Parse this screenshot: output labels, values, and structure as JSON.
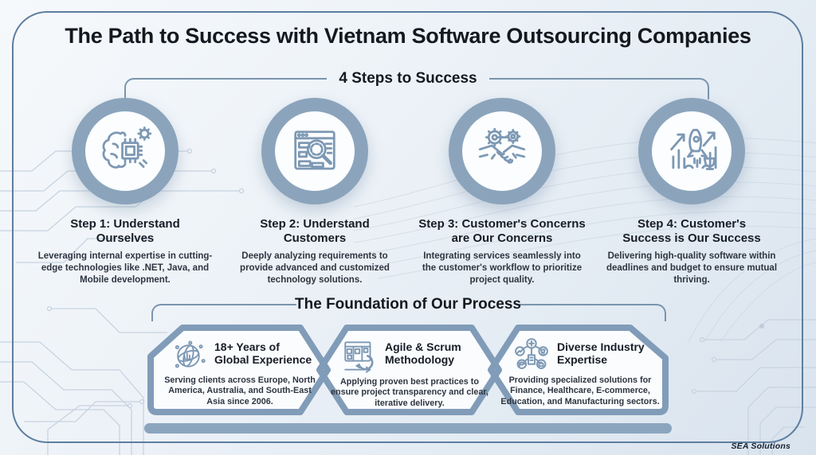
{
  "title": {
    "prefix": "The Path to Success with ",
    "highlight": "Vietnam Software Outsourcing",
    "suffix": " Companies"
  },
  "sections": {
    "steps": {
      "heading": "4 Steps to Success",
      "items": [
        {
          "title": "Step 1: Understand Ourselves",
          "description": "Leveraging internal expertise in cutting-edge technologies like .NET, Java, and Mobile development.",
          "icon": "brain-chip-gear-icon"
        },
        {
          "title": "Step 2: Understand Customers",
          "description": "Deeply analyzing requirements to provide advanced and customized technology solutions.",
          "icon": "browser-magnifier-icon"
        },
        {
          "title": "Step 3: Customer's Concerns are Our Concerns",
          "description": "Integrating services seamlessly into the customer's workflow to prioritize project quality.",
          "icon": "handshake-gears-icon"
        },
        {
          "title": "Step 4: Customer's Success is Our Success",
          "description": "Delivering high-quality software within deadlines and budget to ensure mutual thriving.",
          "icon": "rocket-growth-icon"
        }
      ]
    },
    "foundation": {
      "heading": "The Foundation of Our Process",
      "items": [
        {
          "title": "18+ Years of Global Experience",
          "description": "Serving clients across Europe, North America, Australia, and South-East Asia since 2006.",
          "icon": "globe-network-icon"
        },
        {
          "title": "Agile & Scrum Methodology",
          "description": "Applying proven best practices to ensure project transparency and clear, iterative delivery.",
          "icon": "kanban-cycle-icon"
        },
        {
          "title": "Diverse Industry Expertise",
          "description": "Providing specialized solutions for Finance, Healthcare, E-commerce, Education, and Manufacturing sectors.",
          "icon": "industry-cluster-icon"
        }
      ]
    }
  },
  "footer": {
    "logo": "SEA Solutions"
  },
  "colors": {
    "ring": "#8ba4bc",
    "chevron_border": "#819cb8",
    "chevron_fill": "#fafcfe",
    "frame": "#5d7e9f",
    "platform": "#8ba5be",
    "icon_stroke": "#7d98b4",
    "heading_text": "#14181f"
  }
}
